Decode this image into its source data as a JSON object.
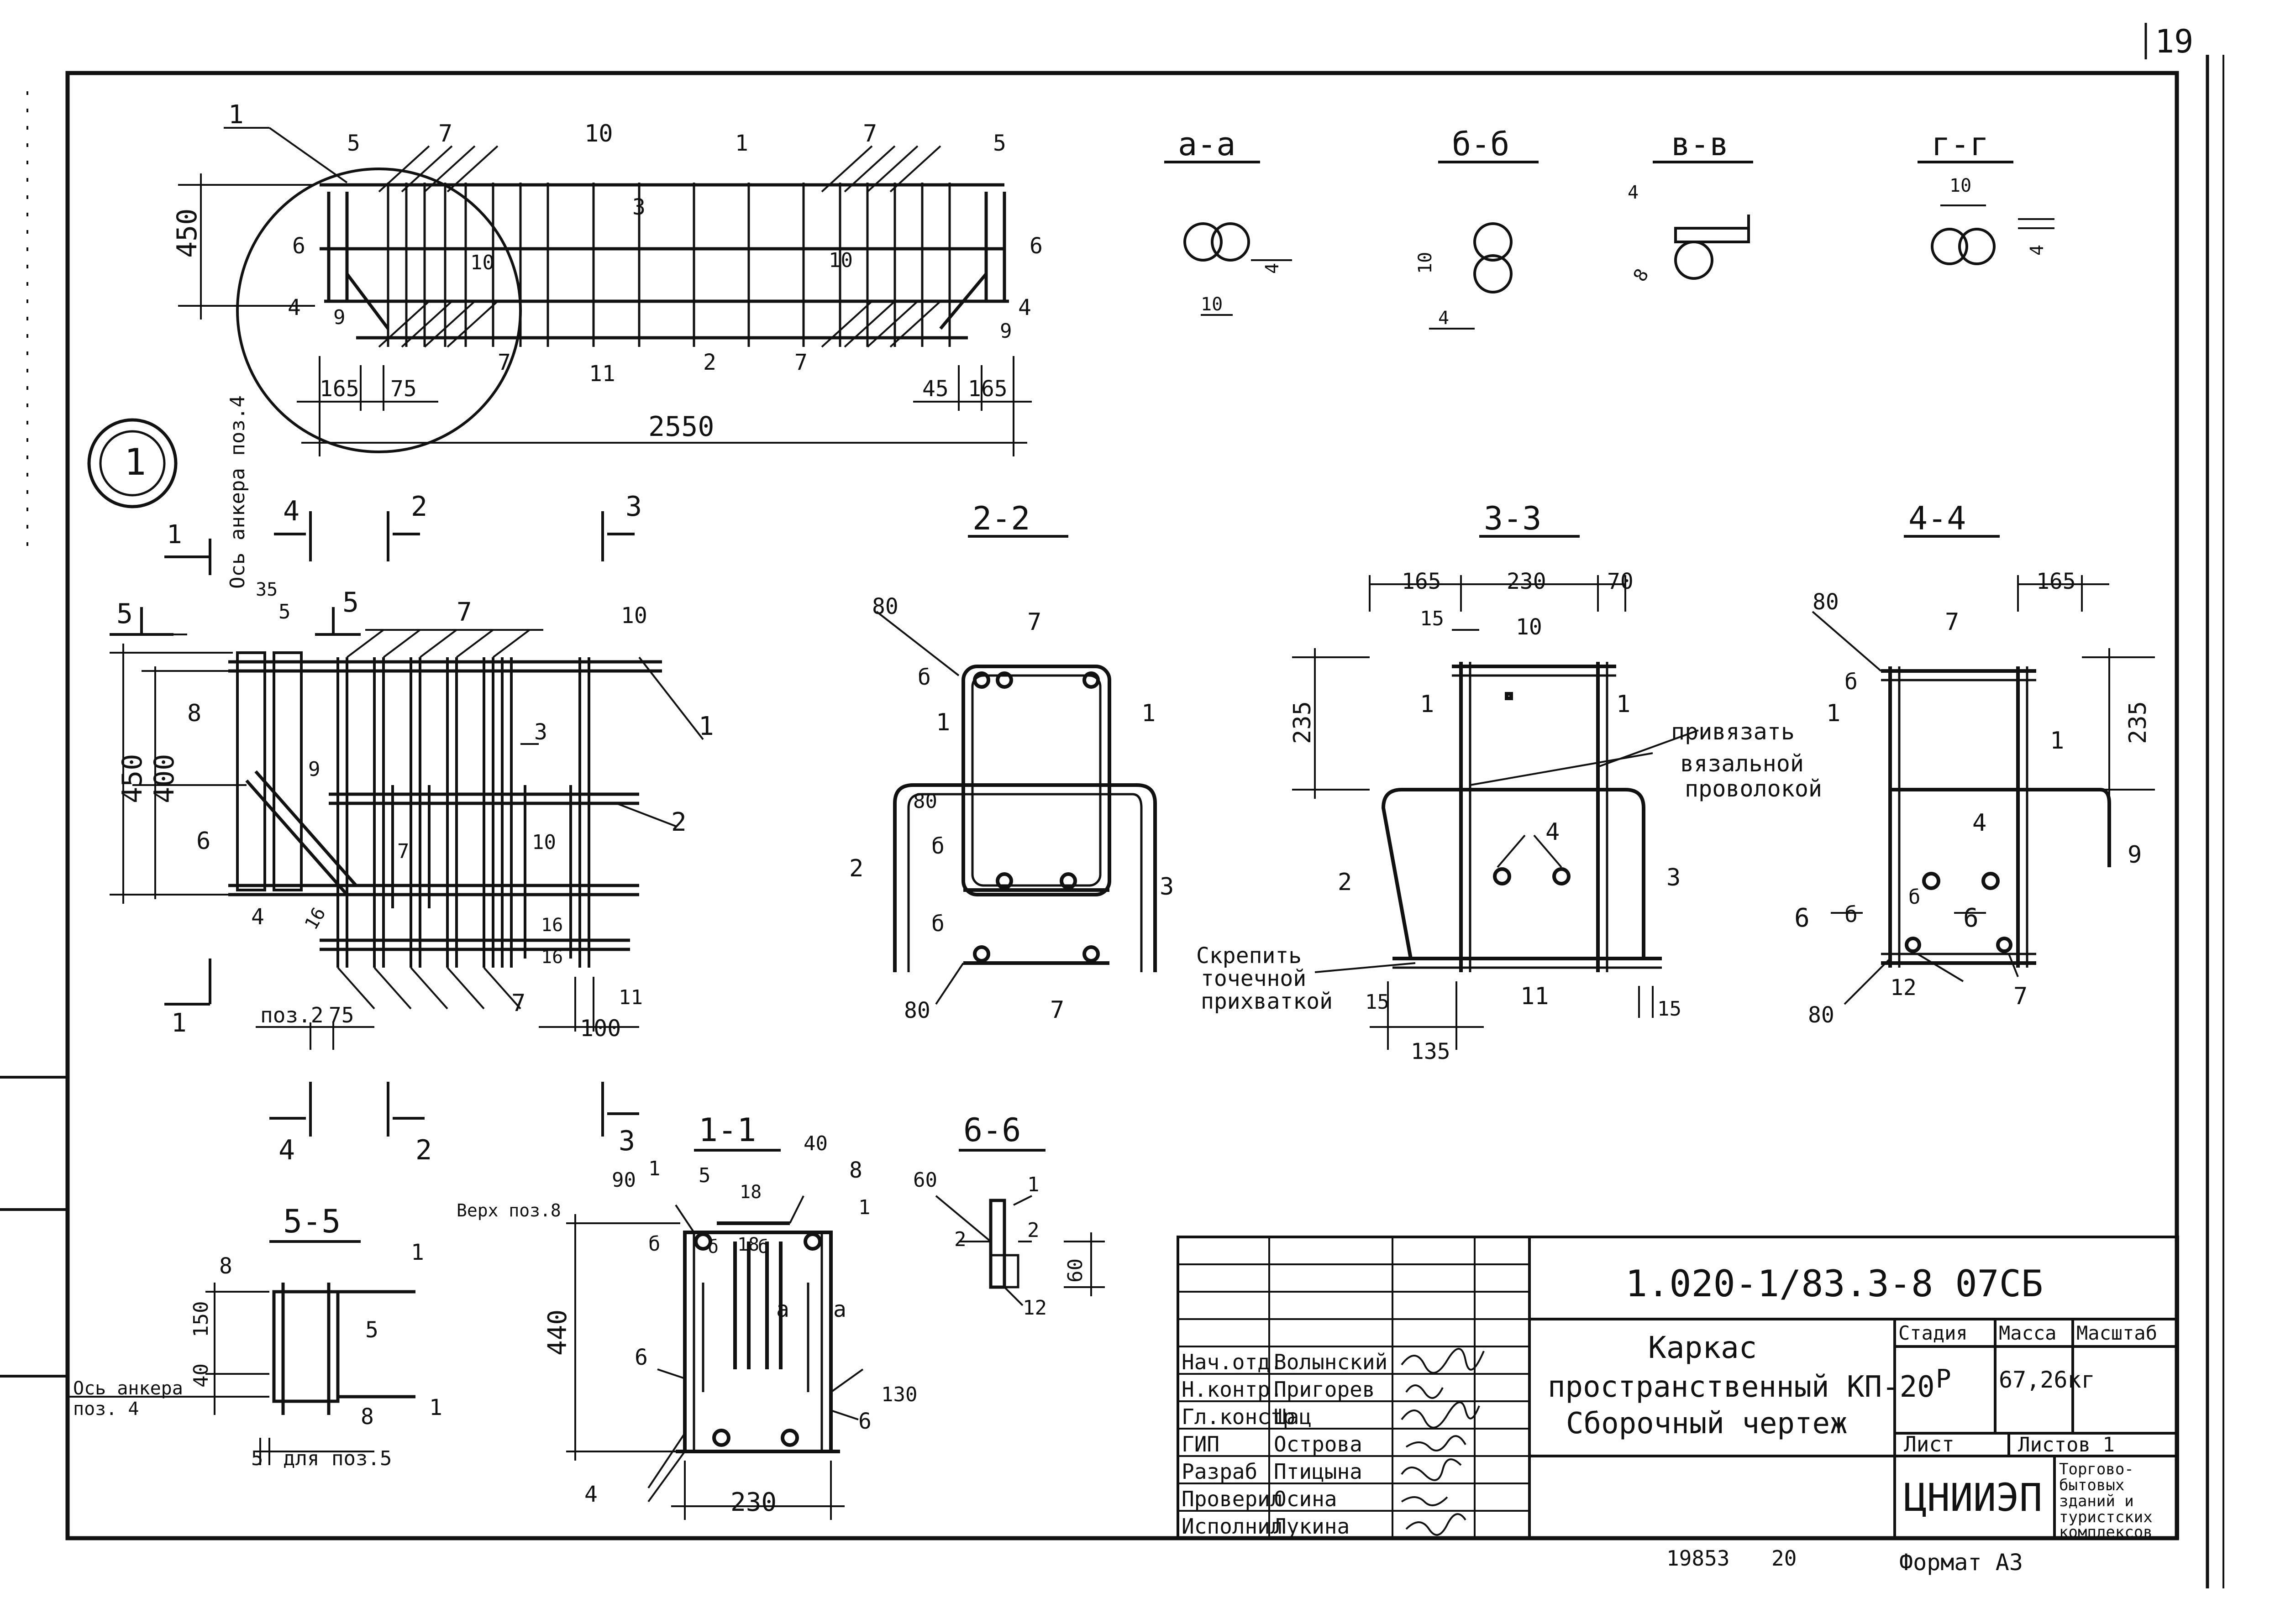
{
  "sheet": {
    "page_number": "19",
    "doc_code": "1.020-1/83.3-8 07СБ",
    "title": [
      "Каркас",
      "пространственный КП-20",
      "Сборочный чертеж"
    ],
    "stage_header": "Стадия",
    "mass_header": "Масса",
    "scale_header": "Масштаб",
    "stage_value": "Р",
    "mass_value": "67,26кг",
    "sheet_label": "Лист",
    "sheets_label": "Листов 1",
    "org_logo": "ЦНИИЭП",
    "org_note": [
      "Торгово-",
      "бытовых",
      "зданий и",
      "туристских",
      "комплексов"
    ],
    "footer_number": "19853",
    "footer_sheet": "20",
    "format_label": "Формат А3"
  },
  "signatures": [
    {
      "role": "Нач.отд.",
      "name": "Волынский"
    },
    {
      "role": "Н.контр.",
      "name": "Пригорев"
    },
    {
      "role": "Гл.констр",
      "name": "Шац"
    },
    {
      "role": "ГИП",
      "name": "Острова"
    },
    {
      "role": "Разраб",
      "name": "Птицына"
    },
    {
      "role": "Проверил",
      "name": "Осина"
    },
    {
      "role": "Исполнил",
      "name": "Лукина"
    }
  ],
  "views": {
    "aa": "а-а",
    "bb": "б-б",
    "vv": "в-в",
    "gg": "г-г",
    "s22": "2-2",
    "s33": "3-3",
    "s44": "4-4",
    "s11": "1-1",
    "s55": "5-5",
    "s66": "6-6"
  },
  "dims": {
    "top_450": "450",
    "top_165a": "165",
    "top_75": "75",
    "top_45": "45",
    "top_165b": "165",
    "top_2550": "2550",
    "mid_450": "450",
    "mid_400": "400",
    "mid_35": "35",
    "mid_75": "75",
    "mid_100": "100",
    "mid_16": "16",
    "poz2": "поз.2",
    "s33_165": "165",
    "s33_230": "230",
    "s33_70": "70",
    "s33_15a": "15",
    "s33_235": "235",
    "s33_15b": "15",
    "s33_135": "135",
    "s33_15c": "15",
    "s44_165": "165",
    "s44_235": "235",
    "s22_80a": "80",
    "s22_80b": "80",
    "s22_80c": "80",
    "s44_80a": "80",
    "s44_80b": "80",
    "s11_440": "440",
    "s11_230": "230",
    "s11_90": "90",
    "s11_40": "40",
    "s11_18": "18",
    "s11_130": "130",
    "s55_150": "150",
    "s55_40": "40",
    "s55_5": "5",
    "s66_60a": "60",
    "s66_60b": "60",
    "aa_10": "10",
    "aa_4": "4",
    "bb_10": "10",
    "bb_4": "4",
    "vv_4": "4",
    "vv_8": "8",
    "gg_10": "10",
    "gg_4": "4"
  },
  "notes": {
    "anchor_axis": "Ось анкера поз.4",
    "anchor_axis2a": "Ось анкера",
    "anchor_axis2b": "поз. 4",
    "tie_wire": [
      "привязать",
      "вязальной",
      "проволокой"
    ],
    "spot_weld": [
      "Скрепить",
      "точечной",
      "прихваткой"
    ],
    "top_poz8": "Верх поз.8",
    "for_poz5": "для поз.5",
    "detail_1": "1"
  },
  "marks": {
    "p1": "1",
    "p2": "2",
    "p3": "3",
    "p4": "4",
    "p5": "5",
    "p6": "6",
    "p7": "7",
    "p8": "8",
    "p9": "9",
    "p10": "10",
    "p11": "11",
    "p12": "12",
    "b": "б",
    "a": "а"
  }
}
